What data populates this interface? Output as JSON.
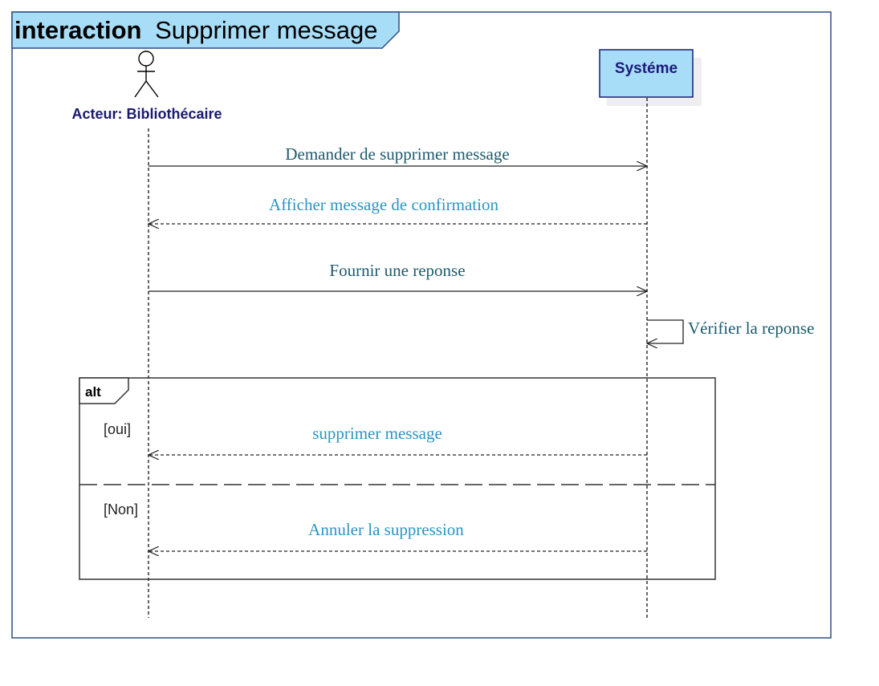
{
  "frame": {
    "keyword": "interaction",
    "name": "Supprimer message"
  },
  "actor": {
    "label": "Acteur: Bibliothécaire",
    "icon": "stick-figure-icon"
  },
  "system": {
    "label": "Systéme"
  },
  "messages": [
    {
      "id": "m1",
      "text": "Demander de supprimer message",
      "kind": "sync",
      "from": "actor",
      "to": "system"
    },
    {
      "id": "m2",
      "text": "Afficher message de confirmation",
      "kind": "reply",
      "from": "system",
      "to": "actor"
    },
    {
      "id": "m3",
      "text": "Fournir une reponse",
      "kind": "sync",
      "from": "actor",
      "to": "system"
    },
    {
      "id": "m4",
      "text": "Vérifier la reponse",
      "kind": "self",
      "from": "system",
      "to": "system"
    },
    {
      "id": "m5",
      "text": "supprimer message",
      "kind": "reply",
      "from": "system",
      "to": "actor"
    },
    {
      "id": "m6",
      "text": "Annuler la suppression",
      "kind": "reply",
      "from": "system",
      "to": "actor"
    }
  ],
  "fragment": {
    "operator": "alt",
    "guards": [
      "[oui]",
      "[Non]"
    ]
  },
  "colors": {
    "frame_header": "#a8ddf7",
    "frame_border": "#2f4f7f",
    "system_box": "#a8ddf7",
    "system_text": "#1a1a7a",
    "actor_text": "#1a1a6e",
    "message_sync": "#1d5a6e",
    "message_reply": "#2a95c0"
  }
}
